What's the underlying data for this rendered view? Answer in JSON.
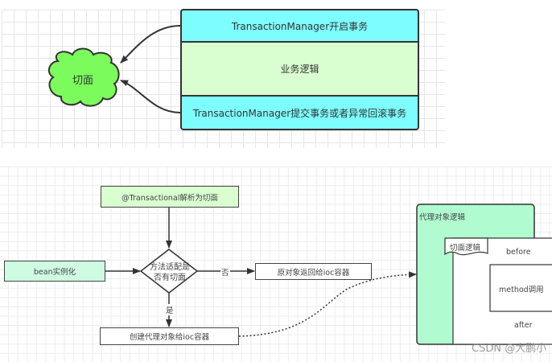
{
  "top_diagram": {
    "cloud": {
      "label": "切面",
      "color": "#7cfb5c"
    },
    "stack": [
      {
        "label": "TransactionManager开启事务",
        "color": "#7dfdfe"
      },
      {
        "label": "业务逻辑",
        "color": "#d9ffd0"
      },
      {
        "label": "TransactionManager提交事务或者异常回滚事务",
        "color": "#7dfdfe"
      }
    ]
  },
  "bottom_diagram": {
    "nodes": {
      "transactional": {
        "label": "@Transactional解析为切面",
        "color": "#d9ffd0"
      },
      "bean": {
        "label": "bean实例化",
        "color": "#cffbe3"
      },
      "decision": {
        "label_line1": "方法适配是",
        "label_line2": "否有切面"
      },
      "original": {
        "label": "原对象返回给ioc容器"
      },
      "create_proxy": {
        "label": "创建代理对象给ioc容器"
      }
    },
    "edge_labels": {
      "no": "否",
      "yes": "是"
    },
    "proxy": {
      "title": "代理对象逻辑",
      "color": "#b0fbd0",
      "aspect_note": "切面逻辑",
      "before": "before",
      "method": "method调用",
      "after": "after"
    }
  },
  "watermark": "CSDN @大鹏小"
}
